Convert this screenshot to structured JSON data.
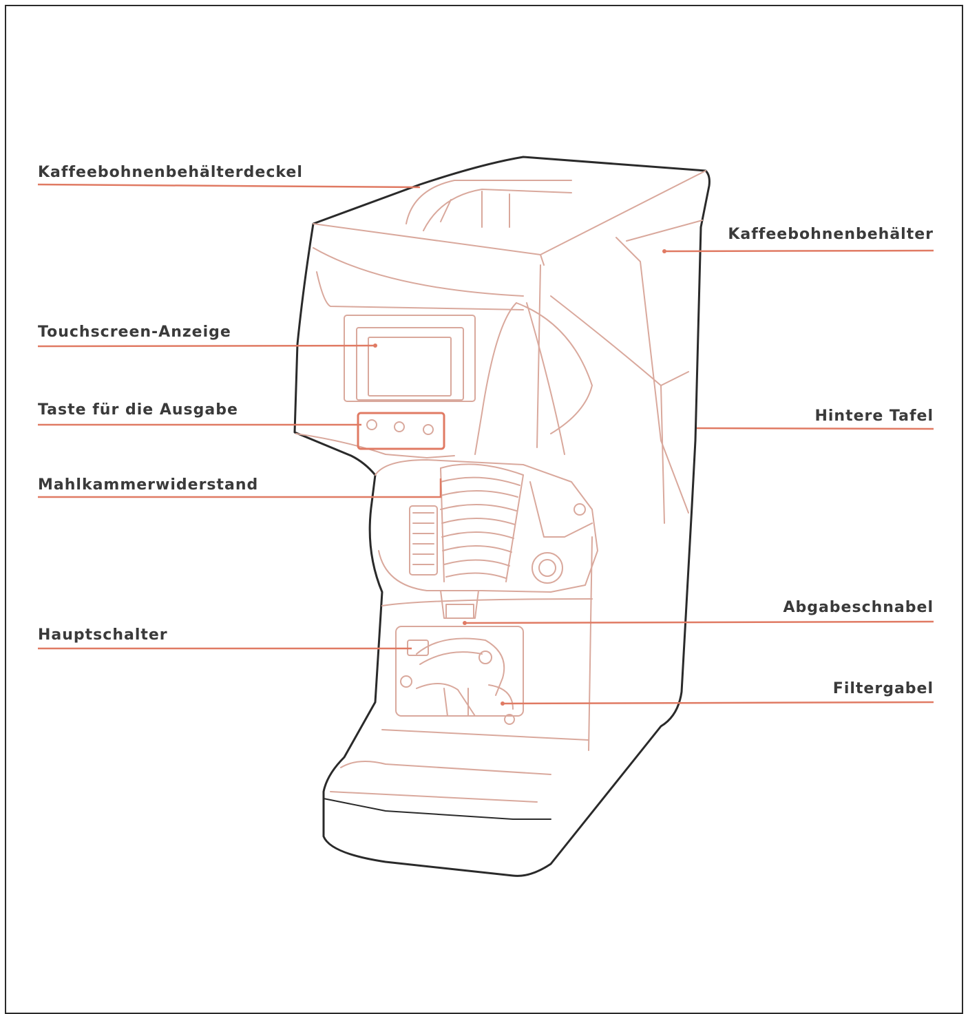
{
  "diagram": {
    "labels": {
      "lid": "Kaffeebohnenbehälterdeckel",
      "hopper": "Kaffeebohnenbehälter",
      "touchscreen": "Touchscreen-Anzeige",
      "dispense_button": "Taste für die Ausgabe",
      "rear_panel": "Hintere Tafel",
      "grind_chamber": "Mahlkammerwiderstand",
      "spout": "Abgabeschnabel",
      "main_switch": "Hauptschalter",
      "filter_fork": "Filtergabel"
    }
  },
  "colors": {
    "leader_line": "#e07a63",
    "outline": "#2a2a2a",
    "detail_line": "#d9a89c",
    "label_text": "#3a3a3a"
  }
}
